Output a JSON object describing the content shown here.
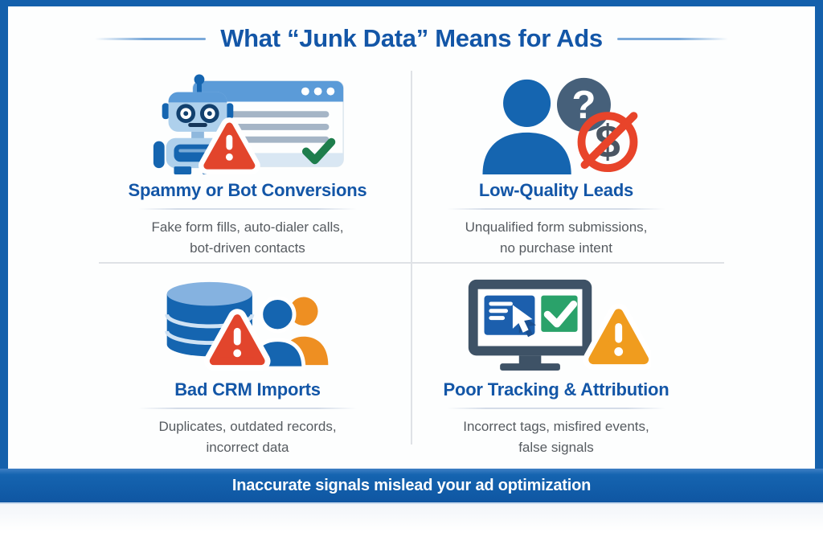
{
  "title": "What “Junk Data” Means for Ads",
  "quadrants": [
    {
      "id": "spammy-bot-conversions",
      "icon": "robot-browser-warning-icon",
      "heading": "Spammy or Bot Conversions",
      "line1": "Fake form fills, auto-dialer calls,",
      "line2": "bot-driven contacts"
    },
    {
      "id": "low-quality-leads",
      "icon": "person-question-no-money-icon",
      "heading": "Low-Quality Leads",
      "line1": "Unqualified form submissions,",
      "line2": "no purchase intent"
    },
    {
      "id": "bad-crm-imports",
      "icon": "database-warning-people-icon",
      "heading": "Bad CRM Imports",
      "line1": "Duplicates, outdated records,",
      "line2": "incorrect data"
    },
    {
      "id": "poor-tracking-attribution",
      "icon": "monitor-tracking-warning-icon",
      "heading": "Poor Tracking & Attribution",
      "line1": "Incorrect tags, misfired events,",
      "line2": "false signals"
    }
  ],
  "footer": {
    "banner_text": "Inaccurate signals mislead your ad optimization"
  },
  "colors": {
    "frame_blue": "#1460ac",
    "heading_blue": "#1356a7",
    "body_gray": "#565b60",
    "icon_blue": "#1565b0",
    "light_blue": "#5b9bd8",
    "warning_red": "#e2452c",
    "warning_orange": "#f09c1e",
    "success_green": "#1e7e4c",
    "slate": "#46607a",
    "person_orange": "#ee8f22"
  }
}
